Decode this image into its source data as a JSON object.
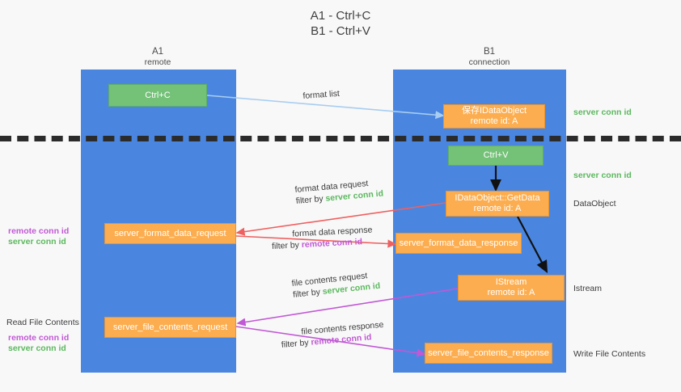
{
  "title": "A1 - Ctrl+C\nB1 - Ctrl+V",
  "colors": {
    "lane": "#4a86e0",
    "green_node": "#74c178",
    "orange_node": "#fcad4f",
    "green_text": "#5cb85f",
    "purple_text": "#c158d6",
    "blue_arrow": "#a8cdf0",
    "red_arrow": "#ef6060",
    "magenta_arrow": "#c158d6",
    "black_arrow": "#111111",
    "divider": "#2b2b2b"
  },
  "columns": [
    {
      "name": "A1",
      "sub": "remote"
    },
    {
      "name": "B1",
      "sub": "connection"
    }
  ],
  "nodes": {
    "ctrl_c": {
      "line1": "Ctrl+C"
    },
    "save_dataobject": {
      "line1": "保存IDataObject",
      "line2": "remote id: A"
    },
    "ctrl_v": {
      "line1": "Ctrl+V"
    },
    "getdata": {
      "line1": "IDataObject::GetData",
      "line2": "remote id: A"
    },
    "format_data_request": {
      "line1": "server_format_data_request"
    },
    "format_data_response": {
      "line1": "server_format_data_response"
    },
    "istream": {
      "line1": "IStream",
      "line2": "remote id: A"
    },
    "file_contents_request": {
      "line1": "server_file_contents_request"
    },
    "file_contents_response": {
      "line1": "server_file_contents_response"
    }
  },
  "edges": {
    "format_list": {
      "text": "format list"
    },
    "format_data_request": {
      "line1": "format data request",
      "line2_prefix": "filter by ",
      "line2_highlight": "server conn id",
      "highlight_kind": "server"
    },
    "format_data_response": {
      "line1": "format data response",
      "line2_prefix": "filter by ",
      "line2_highlight": "remote conn id",
      "highlight_kind": "remote"
    },
    "file_contents_request": {
      "line1": "file contents request",
      "line2_prefix": "filter by ",
      "line2_highlight": "server conn id",
      "highlight_kind": "server"
    },
    "file_contents_response": {
      "line1": "file contents response",
      "line2_prefix": "filter by ",
      "line2_highlight": "remote conn id",
      "highlight_kind": "remote"
    }
  },
  "right_notes": {
    "server_conn_id_top": "server conn id",
    "server_conn_id_mid": "server conn id",
    "dataobject": "DataObject",
    "istream": "Istream",
    "write_file_contents": "Write File Contents"
  },
  "left_notes": {
    "remote_conn_id_upper": "remote conn id",
    "server_conn_id_upper": "server conn id",
    "read_file_contents": "Read File Contents",
    "remote_conn_id_lower": "remote conn id",
    "server_conn_id_lower": "server conn id"
  }
}
